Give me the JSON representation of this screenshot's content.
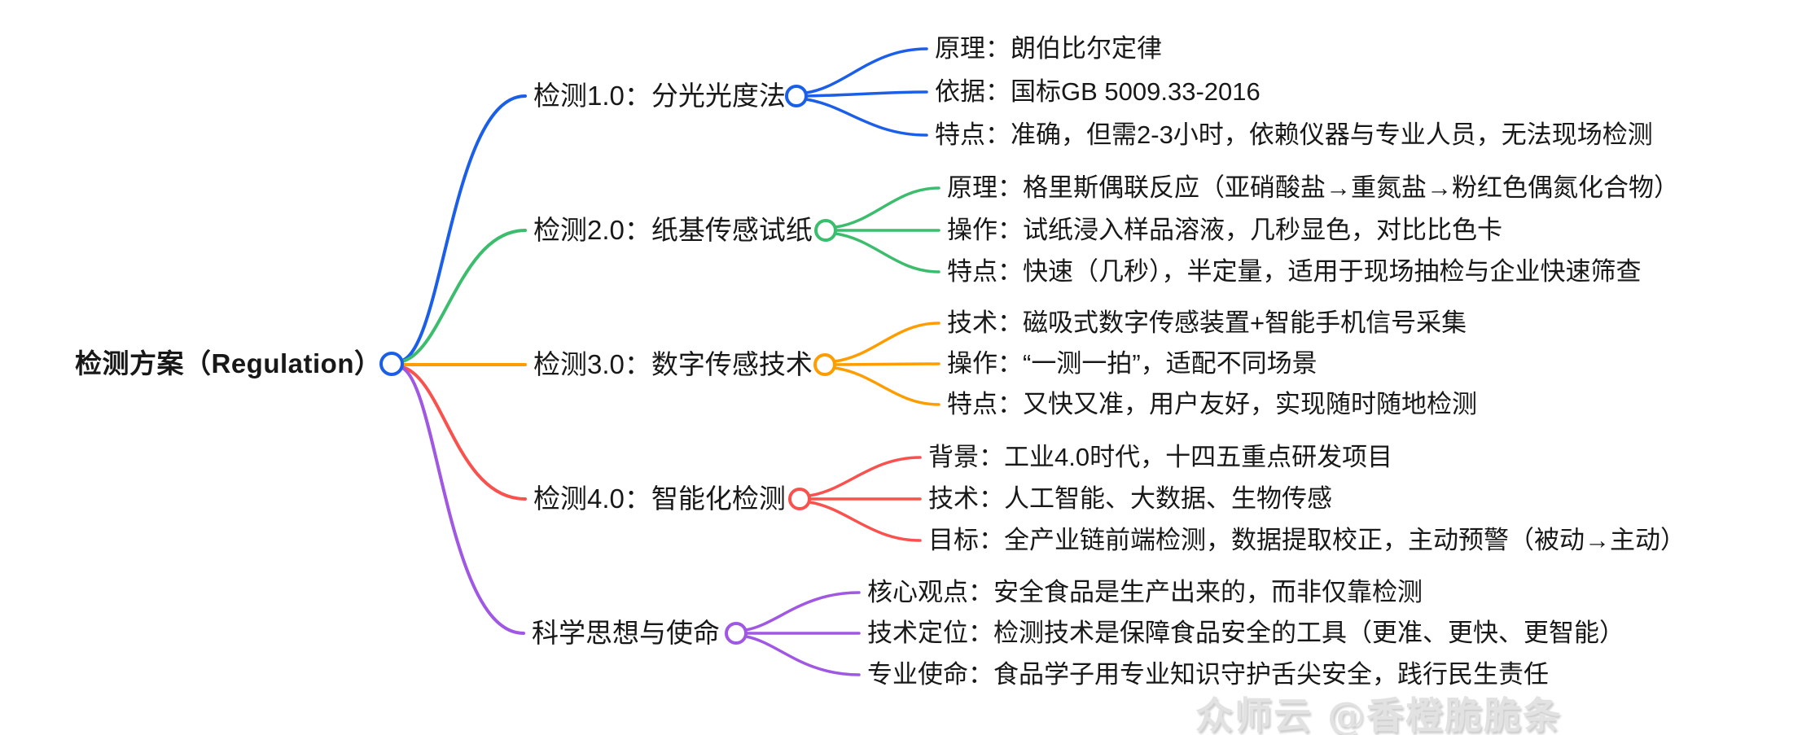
{
  "root": {
    "label": "检测方案（Regulation）"
  },
  "colors": {
    "branch1": "#1b5fe8",
    "branch2": "#3cbd6e",
    "branch3": "#ff9d00",
    "branch4": "#f9514d",
    "bran5_note": "",
    "branch5": "#a057e3",
    "text": "#181818",
    "watermark": "#e2e2e2",
    "node_fill": "#ffffff"
  },
  "branches": [
    {
      "label": "检测1.0：分光光度法",
      "color": "#1b5fe8",
      "children": [
        "原理：朗伯比尔定律",
        "依据：国标GB 5009.33-2016",
        "特点：准确，但需2-3小时，依赖仪器与专业人员，无法现场检测"
      ]
    },
    {
      "label": "检测2.0：纸基传感试纸",
      "color": "#3cbd6e",
      "children": [
        "原理：格里斯偶联反应（亚硝酸盐→重氮盐→粉红色偶氮化合物）",
        "操作：试纸浸入样品溶液，几秒显色，对比比色卡",
        "特点：快速（几秒），半定量，适用于现场抽检与企业快速筛查"
      ]
    },
    {
      "label": "检测3.0：数字传感技术",
      "color": "#ff9d00",
      "children": [
        "技术：磁吸式数字传感装置+智能手机信号采集",
        "操作：“一测一拍”，适配不同场景",
        "特点：又快又准，用户友好，实现随时随地检测"
      ]
    },
    {
      "label": "检测4.0：智能化检测",
      "color": "#f9514d",
      "children": [
        "背景：工业4.0时代，十四五重点研发项目",
        "技术：人工智能、大数据、生物传感",
        "目标：全产业链前端检测，数据提取校正，主动预警（被动→主动）"
      ]
    },
    {
      "label": "科学思想与使命",
      "color": "#a057e3",
      "children": [
        "核心观点：安全食品是生产出来的，而非仅靠检测",
        "技术定位：检测技术是保障食品安全的工具（更准、更快、更智能）",
        "专业使命：食品学子用专业知识守护舌尖安全，践行民生责任"
      ]
    }
  ],
  "watermark": "众师云 @香橙脆脆条"
}
